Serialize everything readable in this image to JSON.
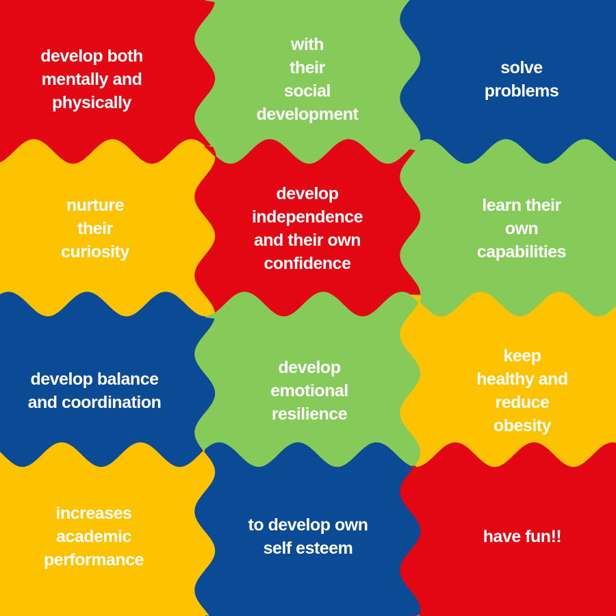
{
  "puzzle": {
    "colors": {
      "red": "#e30613",
      "green": "#86cb5a",
      "blue": "#0b4a94",
      "yellow": "#fdc300"
    },
    "pieces": [
      {
        "id": "develop-both-mentally",
        "color": "red",
        "text": "develop both\nmentally and\nphysically"
      },
      {
        "id": "social-development",
        "color": "green",
        "text": "with\ntheir\nsocial\ndevelopment"
      },
      {
        "id": "solve-problems",
        "color": "blue",
        "text": "solve problems"
      },
      {
        "id": "nurture-curiosity",
        "color": "yellow",
        "text": "nurture\ntheir\ncuriosity"
      },
      {
        "id": "develop-independence",
        "color": "red",
        "text": "develop\nindependence\nand their own\nconfidence"
      },
      {
        "id": "learn-capabilities",
        "color": "green",
        "text": "learn their\nown capabilities"
      },
      {
        "id": "balance-coordination",
        "color": "blue",
        "text": "develop balance\nand coordination"
      },
      {
        "id": "emotional-resilience",
        "color": "green",
        "text": "develop\nemotional\nresilience"
      },
      {
        "id": "keep-healthy",
        "color": "yellow",
        "text": "keep healthy and\nreduce obesity"
      },
      {
        "id": "academic-performance",
        "color": "yellow",
        "text": "increases\nacademic\nperformance"
      },
      {
        "id": "self-esteem",
        "color": "blue",
        "text": "to develop own\nself esteem"
      },
      {
        "id": "have-fun",
        "color": "red",
        "text": "have fun!!"
      }
    ]
  }
}
